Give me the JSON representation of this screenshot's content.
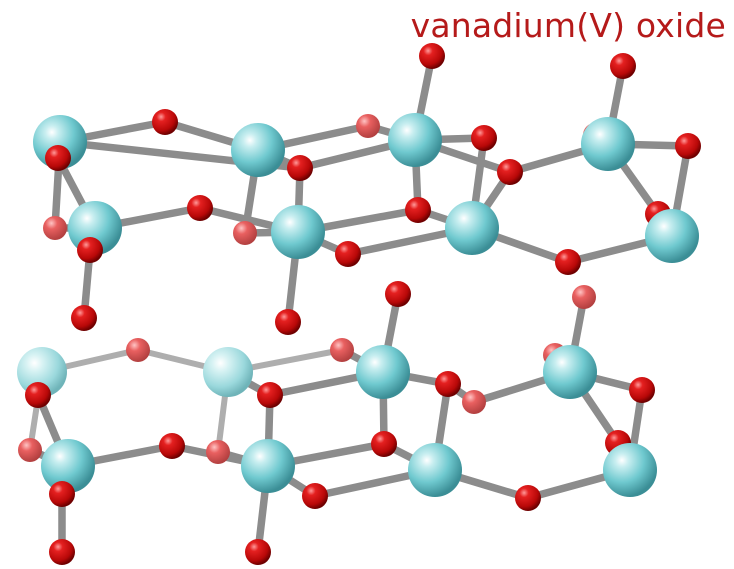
{
  "title": "vanadium(V) oxide",
  "colors": {
    "vanadium": "#6fc9cf",
    "oxygen": "#d40f0f",
    "bond": "#8c8c8c",
    "title": "#b51a1a"
  },
  "atom_legend": [
    "vanadium-atom",
    "oxygen-atom",
    "bond"
  ]
}
